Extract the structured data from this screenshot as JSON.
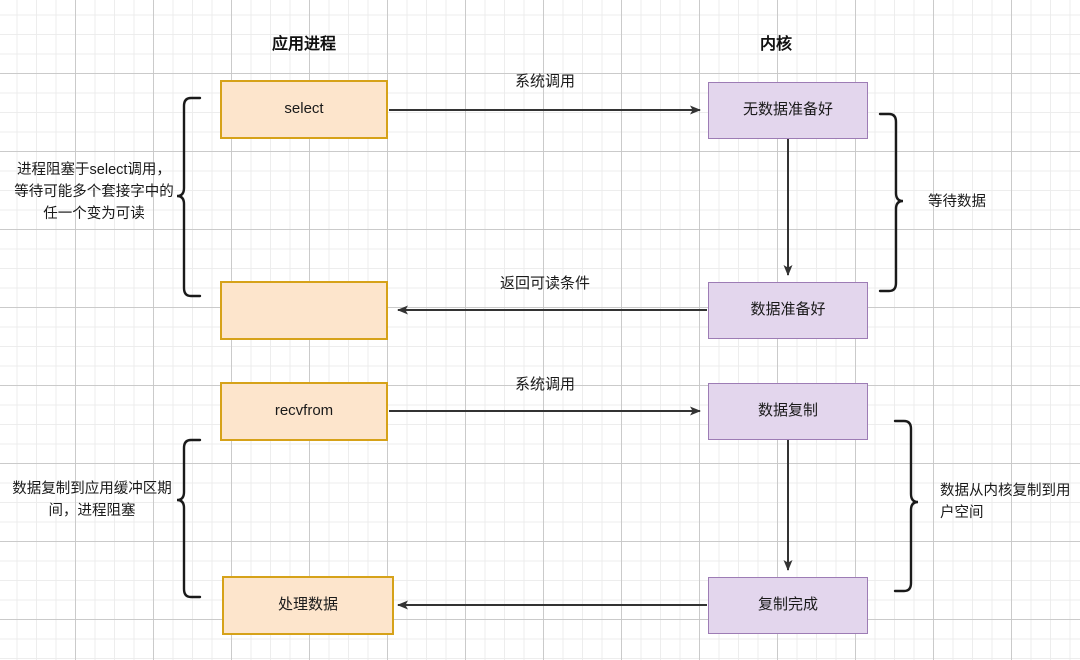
{
  "diagram": {
    "title_columns": {
      "app_process": "应用进程",
      "kernel": "内核"
    },
    "nodes": {
      "select": "select",
      "app_idle_box": "",
      "recvfrom": "recvfrom",
      "process_data": "处理数据",
      "no_data_ready": "无数据准备好",
      "data_ready": "数据准备好",
      "data_copy": "数据复制",
      "copy_complete": "复制完成"
    },
    "edge_labels": {
      "syscall_select": "系统调用",
      "return_readable": "返回可读条件",
      "syscall_recvfrom": "系统调用"
    },
    "notes": {
      "left_top": "进程阻塞于select调用，等待可能多个套接字中的任一个变为可读",
      "left_bottom": "数据复制到应用缓冲区期间，进程阻塞",
      "right_top": "等待数据",
      "right_bottom": "数据从内核复制到用户空间"
    },
    "colors": {
      "orange_fill": "#FDE5CC",
      "orange_border": "#D6A219",
      "purple_fill": "#E3D6ED",
      "purple_border": "#9D7CB5",
      "line": "#333333",
      "grid_major": "#C5C5C5",
      "grid_minor": "#ECECEC"
    }
  }
}
